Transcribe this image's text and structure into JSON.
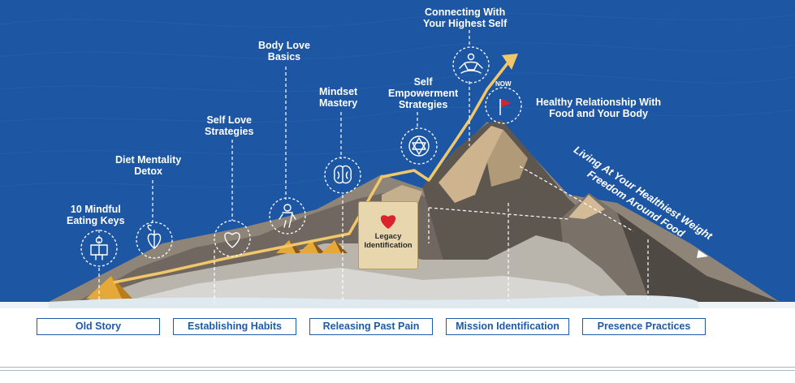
{
  "milestones": [
    {
      "line1": "10 Mindful",
      "line2": "Eating Keys",
      "icon": "reading-person-icon"
    },
    {
      "line1": "Diet Mentality",
      "line2": "Detox",
      "icon": "leaf-heart-icon"
    },
    {
      "line1": "Self Love",
      "line2": "Strategies",
      "icon": "heart-icon"
    },
    {
      "line1": "Body Love",
      "line2": "Basics",
      "icon": "body-figure-icon"
    },
    {
      "line1": "Mindset",
      "line2": "Mastery",
      "icon": "brain-icon"
    },
    {
      "line1": "Self",
      "line2": "Empowerment",
      "line3": "Strategies",
      "icon": "star-badge-icon"
    },
    {
      "line1": "Connecting With",
      "line2": "Your Highest Self",
      "icon": "meditation-icon"
    },
    {
      "line1": "Healthy Relationship With",
      "line2": "Food and Your Body"
    }
  ],
  "now_label": "NOW",
  "legacy": {
    "line1": "Legacy",
    "line2": "Identification",
    "icon": "heart-icon"
  },
  "diagonal": {
    "line1": "Living At Your Healthiest Weight",
    "line2": "Freedom Around Food"
  },
  "stages": [
    "Old Story",
    "Establishing Habits",
    "Releasing Past Pain",
    "Mission Identification",
    "Presence Practices"
  ],
  "colors": {
    "sky": "#1d56a3",
    "path": "#f2c76a",
    "stage_border": "#1f5aa6",
    "heart": "#d9232d",
    "flag": "#d9232d"
  }
}
